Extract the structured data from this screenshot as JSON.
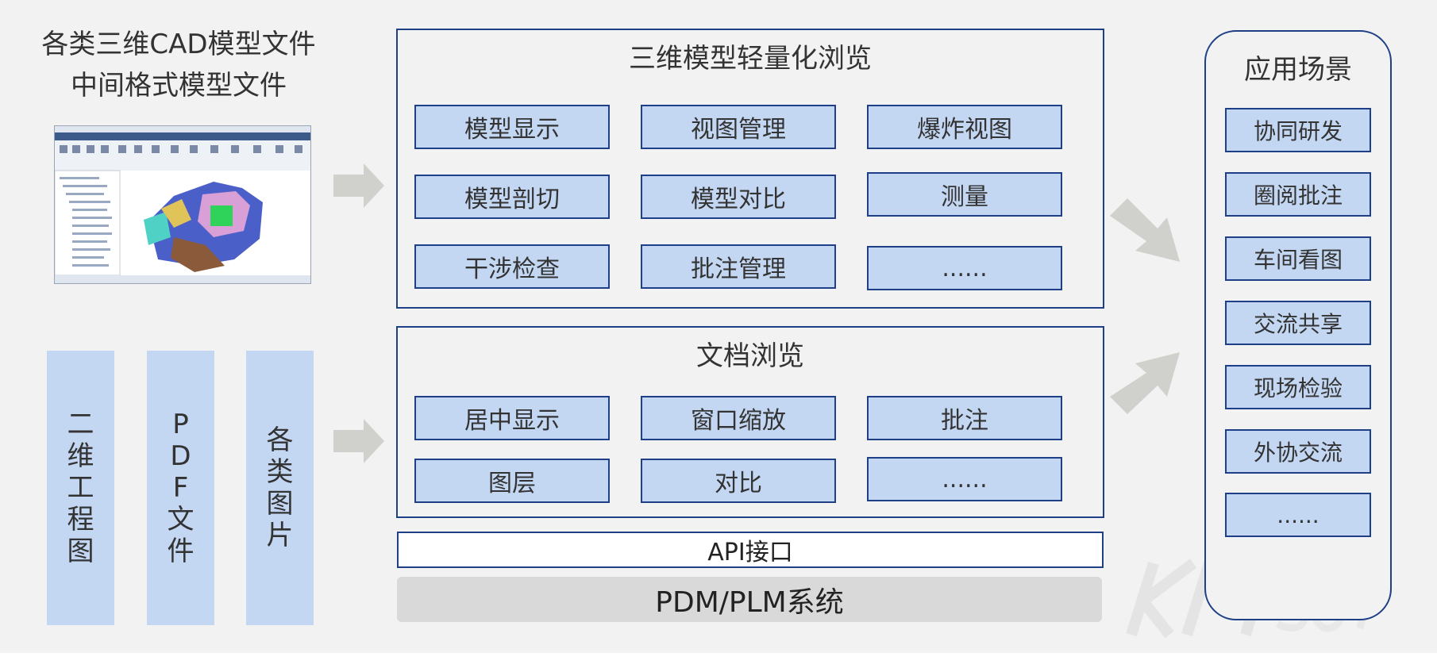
{
  "inputs": {
    "title_line1": "各类三维CAD模型文件",
    "title_line2": "中间格式模型文件",
    "doc_bars": [
      {
        "chars": [
          "二",
          "维",
          "工",
          "程",
          "图"
        ]
      },
      {
        "chars": [
          "P",
          "D",
          "F",
          "文",
          "件"
        ]
      },
      {
        "chars": [
          "各",
          "类",
          "图",
          "片"
        ]
      }
    ]
  },
  "model_section": {
    "title": "三维模型轻量化浏览",
    "items": [
      "模型显示",
      "视图管理",
      "爆炸视图",
      "模型剖切",
      "模型对比",
      "测量",
      "干涉检查",
      "批注管理",
      "......"
    ]
  },
  "doc_section": {
    "title": "文档浏览",
    "items": [
      "居中显示",
      "窗口缩放",
      "批注",
      "图层",
      "对比",
      "......"
    ]
  },
  "api_label": "API接口",
  "pdm_label": "PDM/PLM系统",
  "applications": {
    "title": "应用场景",
    "items": [
      "协同研发",
      "圈阅批注",
      "车间看图",
      "交流共享",
      "现场检验",
      "外协交流",
      "......"
    ]
  },
  "colors": {
    "box_fill": "#c3d6f2",
    "border": "#1f3f86",
    "arrow": "#d0d0cc",
    "background": "#f2f2f2"
  },
  "icons": [
    "cad-software-screenshot-image",
    "right-arrow-icon",
    "diagonal-arrow-icon",
    "kmsoft-logo-watermark"
  ]
}
